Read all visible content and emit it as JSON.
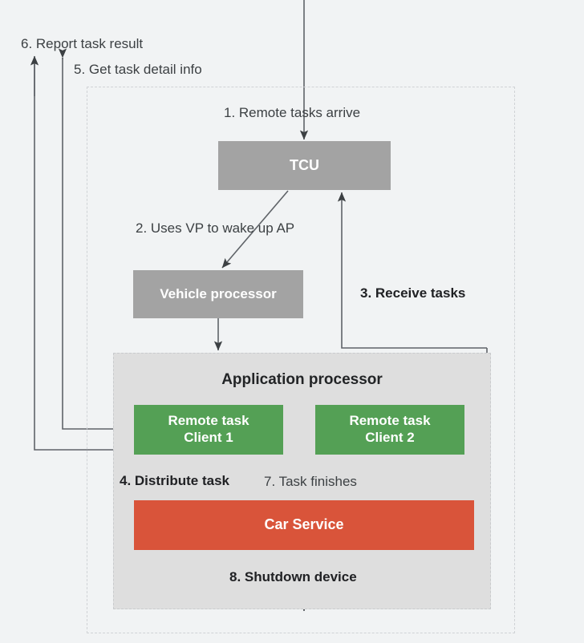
{
  "diagram": {
    "title": "Remote task flow across TCU, Vehicle processor and Application processor",
    "colors": {
      "background": "#f1f3f4",
      "gray_node": "#a3a3a3",
      "green_node": "#54a055",
      "red_node": "#d9543a",
      "panel": "#dedede",
      "dashed_border": "#d0d3d6",
      "wire": "#5f6368",
      "text": "#3c4043"
    },
    "nodes": {
      "tcu": {
        "label": "TCU"
      },
      "vehicle_processor": {
        "label": "Vehicle processor"
      },
      "application_processor": {
        "label": "Application processor"
      },
      "remote_task_client_1": {
        "label": "Remote task\nClient  1"
      },
      "remote_task_client_2": {
        "label": "Remote task\nClient 2"
      },
      "car_service": {
        "label": "Car Service"
      }
    },
    "steps": [
      {
        "id": "step1",
        "label": "1. Remote tasks arrive",
        "bold": false
      },
      {
        "id": "step2",
        "label": "2. Uses VP to wake up AP",
        "bold": false
      },
      {
        "id": "step3",
        "label": "3. Receive tasks",
        "bold": true
      },
      {
        "id": "step4",
        "label": "4. Distribute task",
        "bold": true
      },
      {
        "id": "step5",
        "label": "5. Get task detail info",
        "bold": false
      },
      {
        "id": "step6",
        "label": "6. Report task result",
        "bold": false
      },
      {
        "id": "step7",
        "label": "7. Task finishes",
        "bold": false
      },
      {
        "id": "step8",
        "label": "8. Shutdown device",
        "bold": true
      }
    ]
  }
}
